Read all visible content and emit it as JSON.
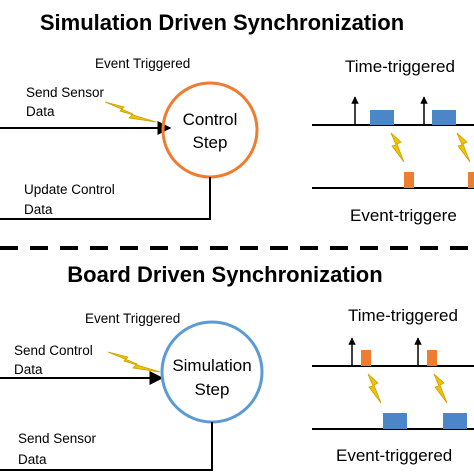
{
  "top": {
    "title": "Simulation Driven Synchronization",
    "event_triggered": "Event Triggered",
    "send_label_1": "Send Sensor",
    "send_label_2": "Data",
    "update_label_1": "Update Control",
    "update_label_2": "Data",
    "step_line_1": "Control",
    "step_line_2": "Step",
    "time_triggered": "Time-triggered",
    "event_triggered_right": "Event-triggere",
    "circle_color": "#ED7D31",
    "upper_box_color": "#4A86C8",
    "lower_box_color": "#ED7D31"
  },
  "bottom": {
    "title": "Board Driven Synchronization",
    "event_triggered": "Event Triggered",
    "send_label_1": "Send Control",
    "send_label_2": "Data",
    "update_label_1": "Send Sensor",
    "update_label_2": "Data",
    "step_line_1": "Simulation",
    "step_line_2": "Step",
    "time_triggered": "Time-triggered",
    "event_triggered_right": "Event-triggered",
    "circle_color": "#5B9BD5",
    "upper_box_color": "#ED7D31",
    "lower_box_color": "#4A86C8"
  },
  "bolt_color": "#F2C200"
}
